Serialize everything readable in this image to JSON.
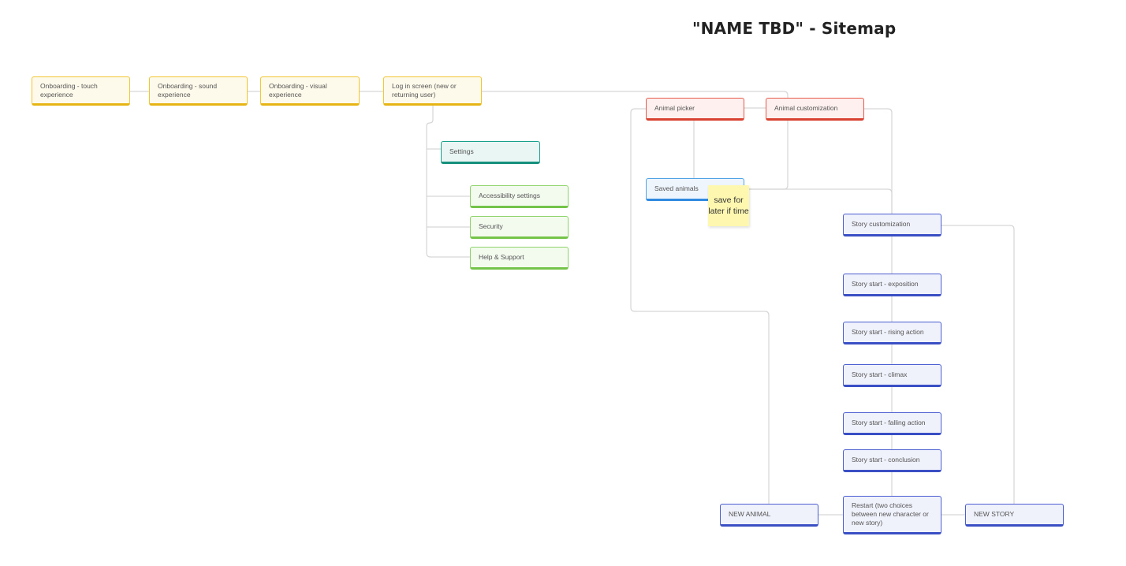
{
  "title": "\"NAME TBD\" - Sitemap",
  "nodes": {
    "onboarding_touch": "Onboarding - touch experience",
    "onboarding_sound": "Onboarding - sound experience",
    "onboarding_visual": "Onboarding - visual experience",
    "log_in": "Log in screen (new or returning user)",
    "settings": "Settings",
    "accessibility": "Accessibility settings",
    "security": "Security",
    "help": "Help & Support",
    "animal_picker": "Animal picker",
    "animal_customization": "Animal customization",
    "saved_animals": "Saved animals",
    "story_customization": "Story customization",
    "exposition": "Story start - exposition",
    "rising_action": "Story start - rising action",
    "climax": "Story start - climax",
    "falling_action": "Story start - falling action",
    "conclusion": "Story start - conclusion",
    "restart": "Restart (two choices between new character or new story)",
    "new_animal": "NEW ANIMAL",
    "new_story": "NEW STORY"
  },
  "sticky_note": "save for later if time",
  "colors": {
    "onboarding": "#f2c533",
    "animal": "#e55a4a",
    "saved": "#4ea2e6",
    "settings": "#19a08a",
    "settings_children": "#8fd46a",
    "story": "#4b5ed1",
    "connector": "#d6d6d6"
  }
}
